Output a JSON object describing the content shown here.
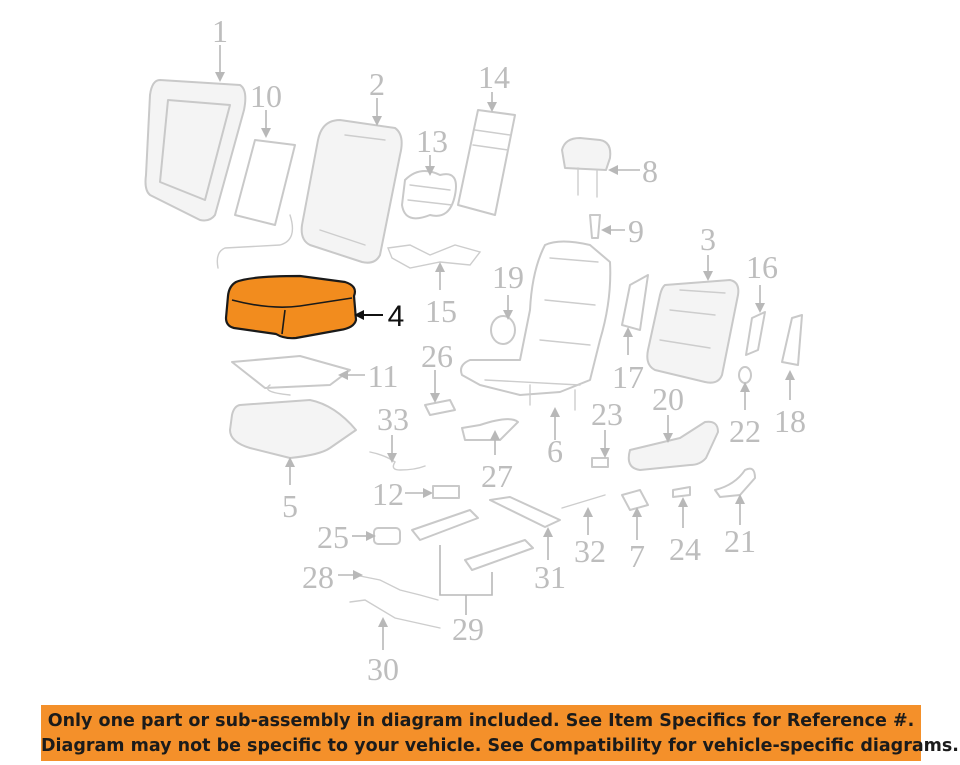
{
  "diagram": {
    "highlight_color": "#f28c1e",
    "ghost_color": "#c9c9c9",
    "highlighted_part": "4",
    "callouts": [
      "1",
      "2",
      "3",
      "4",
      "5",
      "6",
      "7",
      "8",
      "9",
      "10",
      "11",
      "12",
      "13",
      "14",
      "15",
      "16",
      "17",
      "18",
      "19",
      "20",
      "21",
      "22",
      "23",
      "24",
      "25",
      "26",
      "27",
      "28",
      "29",
      "30",
      "31",
      "32",
      "33"
    ]
  },
  "notice": {
    "background": "#f4902a",
    "line1": "Only one part or sub-assembly in diagram included. See Item Specifics for Reference #.",
    "line2": "Diagram may not be specific to your vehicle. See Compatibility for vehicle-specific diagrams."
  }
}
